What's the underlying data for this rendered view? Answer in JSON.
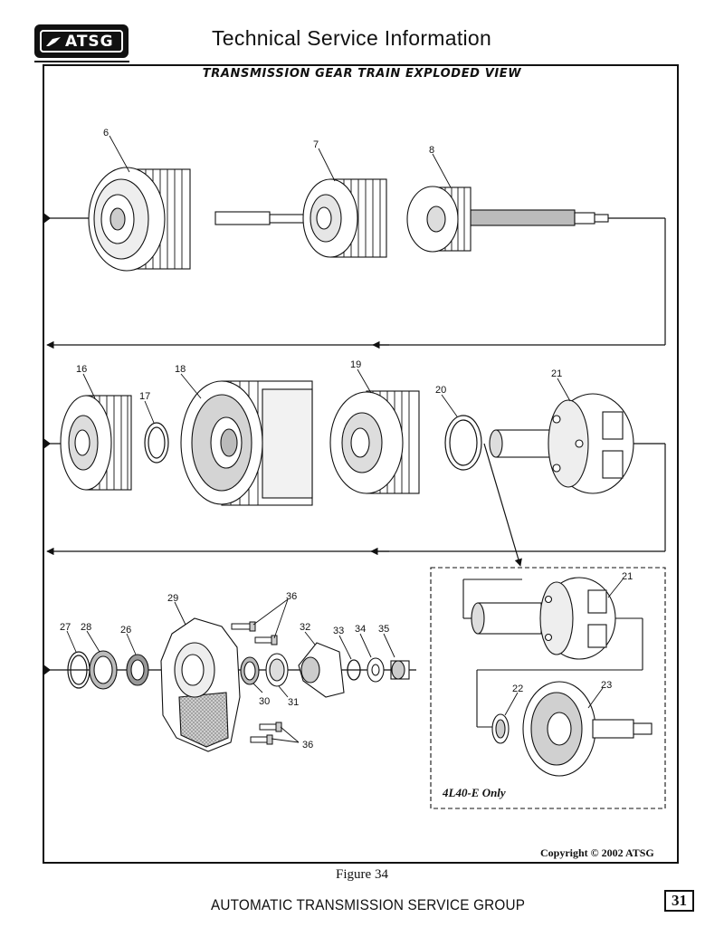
{
  "header": {
    "logo_text": "ATSG",
    "title": "Technical Service Information"
  },
  "diagram": {
    "title": "TRANSMISSION GEAR TRAIN EXPLODED VIEW",
    "variant_label": "4L40-E Only",
    "callouts": {
      "c6": "6",
      "c7": "7",
      "c8": "8",
      "c16": "16",
      "c17": "17",
      "c18": "18",
      "c19": "19",
      "c20": "20",
      "c21": "21",
      "c21b": "21",
      "c22": "22",
      "c23": "23",
      "c26": "26",
      "c27": "27",
      "c28": "28",
      "c29": "29",
      "c30": "30",
      "c31": "31",
      "c32": "32",
      "c33": "33",
      "c34": "34",
      "c35": "35",
      "c36a": "36",
      "c36b": "36"
    }
  },
  "copyright": "Copyright © 2002 ATSG",
  "figure_caption": "Figure 34",
  "footer": {
    "organization": "AUTOMATIC TRANSMISSION SERVICE GROUP",
    "page_number": "31"
  },
  "colors": {
    "ink": "#111111",
    "paper": "#ffffff",
    "shade": "#d9d9d9"
  }
}
